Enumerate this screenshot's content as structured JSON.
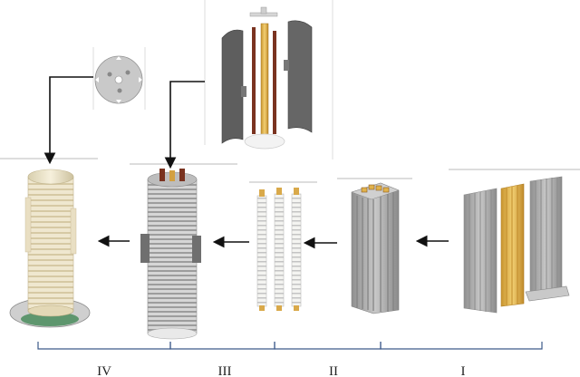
{
  "stages": [
    {
      "id": "IV",
      "label": "IV"
    },
    {
      "id": "III",
      "label": "III"
    },
    {
      "id": "II",
      "label": "II"
    },
    {
      "id": "I",
      "label": "I"
    }
  ],
  "colors": {
    "arrow": "#111111",
    "brace": "#3d5a8a",
    "gray_part": "#a9a9a9",
    "dark_part": "#5b5b5b",
    "gold_part": "#e0b451",
    "copper_rod": "#7a3a22",
    "coil_white": "#f1f1ee",
    "coil_rib": "#c9c9c9",
    "cream_body": "#ece3c8"
  }
}
